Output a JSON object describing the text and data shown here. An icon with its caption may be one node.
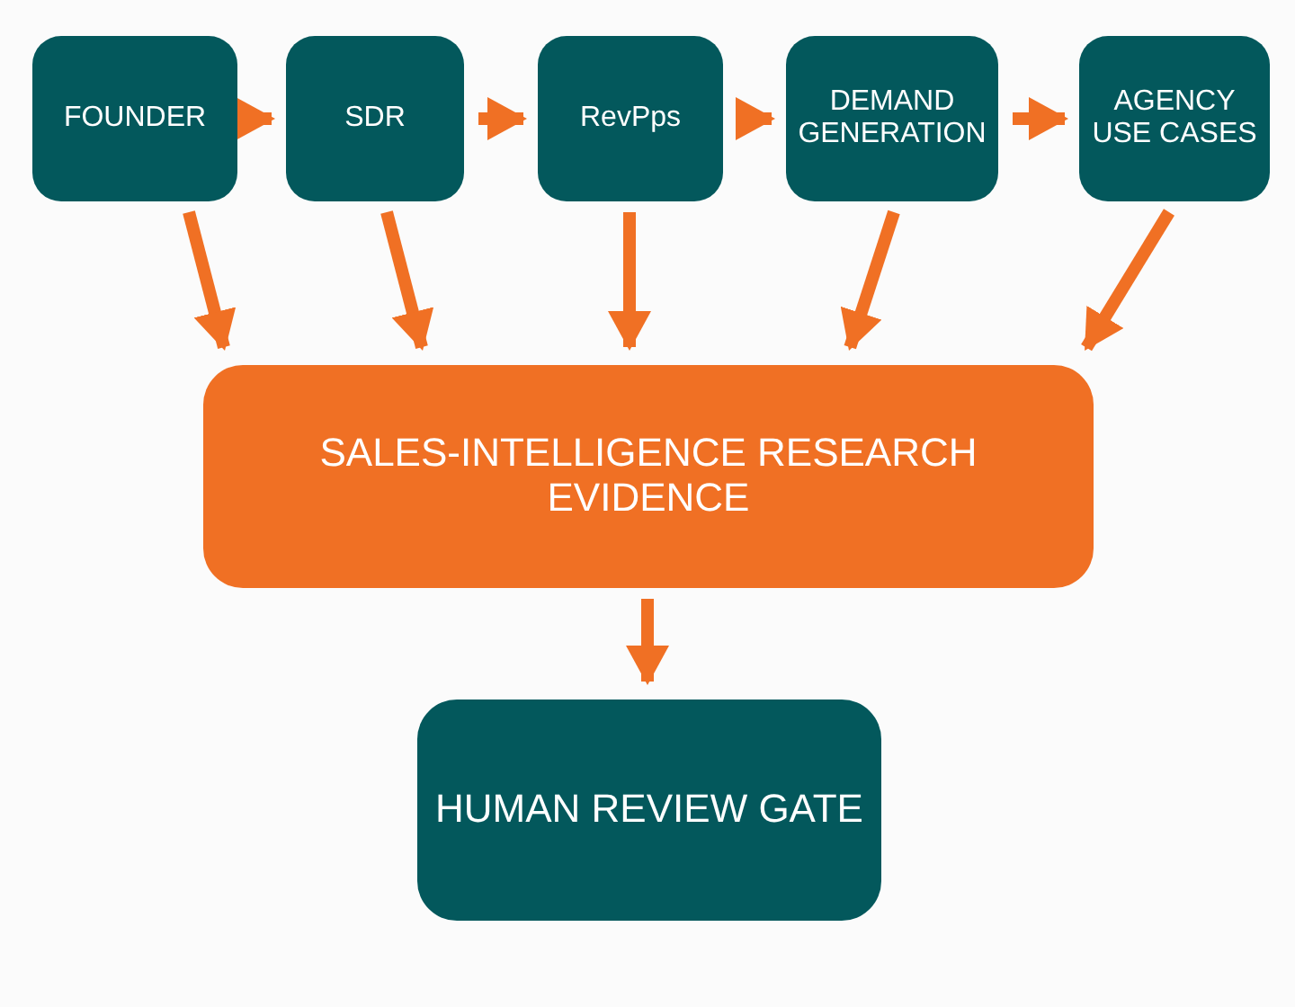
{
  "diagram": {
    "nodes": [
      {
        "text": [
          "FOUNDER"
        ]
      },
      {
        "text": [
          "SDR"
        ]
      },
      {
        "text": [
          "RevPps"
        ]
      },
      {
        "text": [
          "DEMAND GENERATION"
        ]
      },
      {
        "text": [
          "AGENCY USE CASES"
        ]
      },
      {
        "text": [
          "SALES-INTELLIGENCE RESEARCH EVIDENCE"
        ]
      },
      {
        "text": [
          "HUMAN REVIEW GATE"
        ]
      }
    ],
    "edges": [
      {
        "from": 0,
        "to": 1,
        "arrow": "to"
      },
      {
        "from": 1,
        "to": 2,
        "arrow": "to"
      },
      {
        "from": 2,
        "to": 3,
        "arrow": "to"
      },
      {
        "from": 3,
        "to": 4,
        "arrow": "to"
      },
      {
        "from": 0,
        "to": 5,
        "arrow": "to"
      },
      {
        "from": 1,
        "to": 5,
        "arrow": "to"
      },
      {
        "from": 2,
        "to": 5,
        "arrow": "to"
      },
      {
        "from": 3,
        "to": 5,
        "arrow": "to"
      },
      {
        "from": 4,
        "to": 5,
        "arrow": "to"
      },
      {
        "from": 5,
        "to": 6,
        "arrow": "to"
      }
    ]
  }
}
